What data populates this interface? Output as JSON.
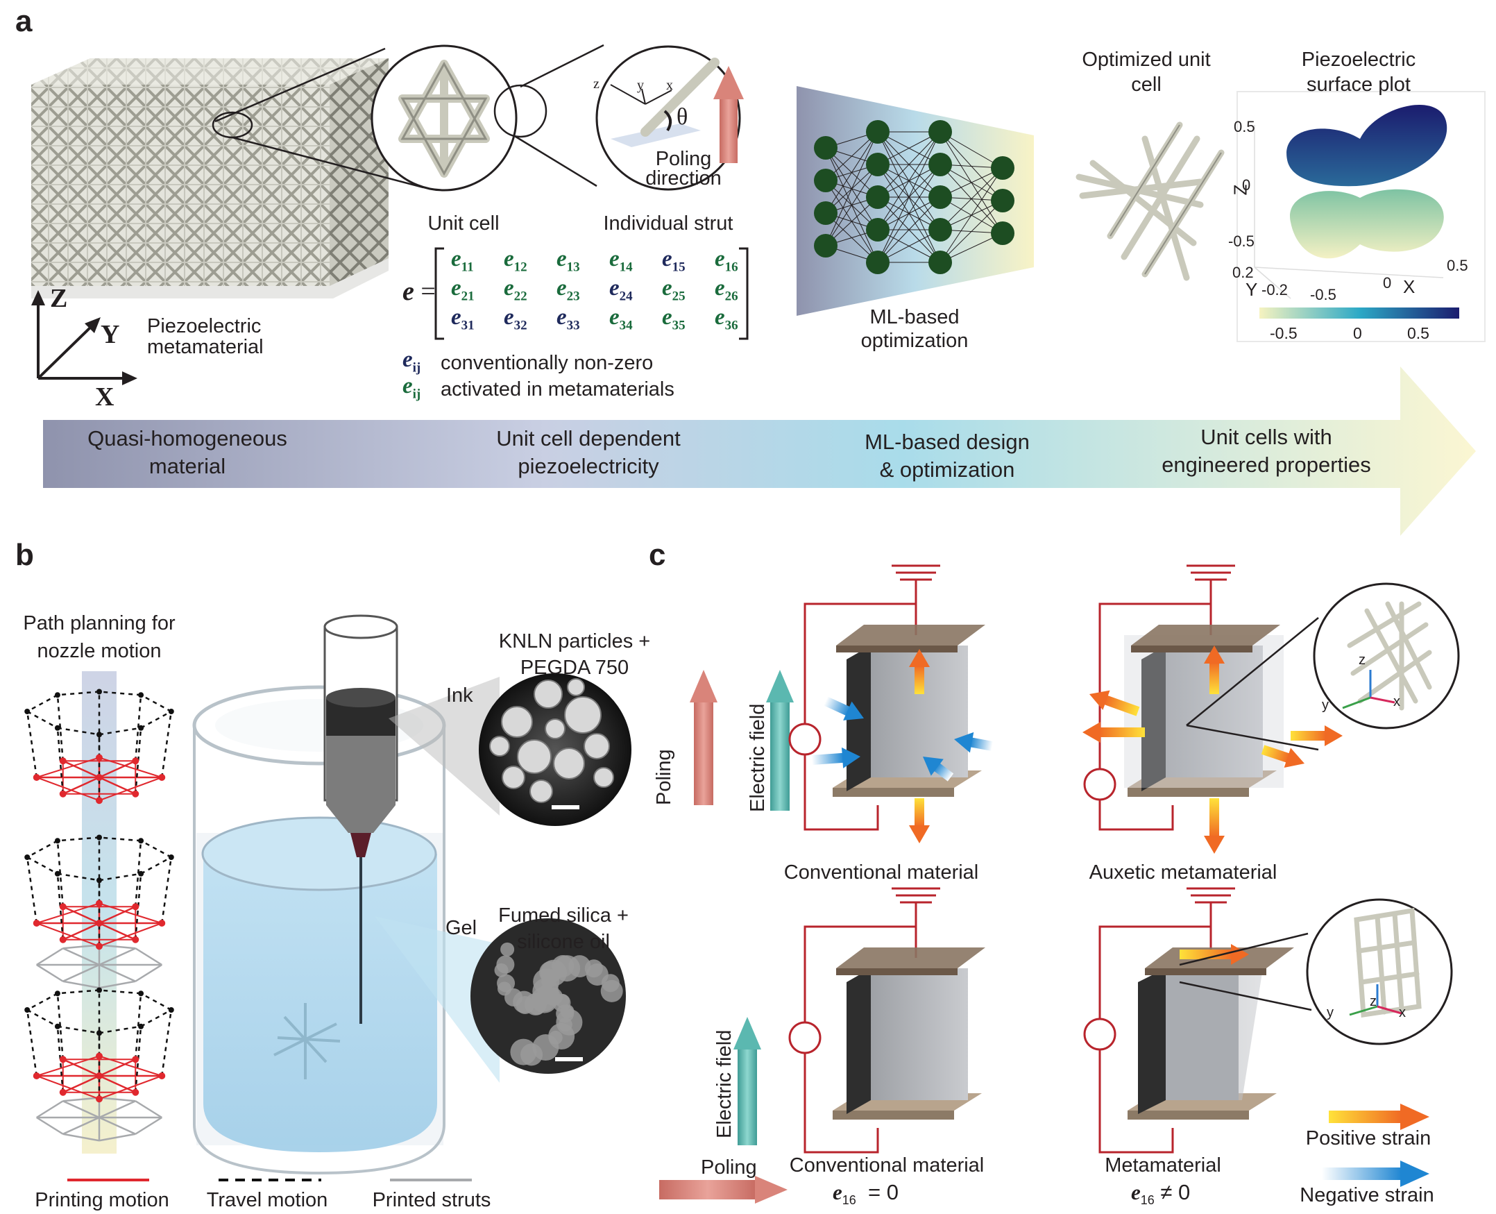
{
  "panels": {
    "a": "a",
    "b": "b",
    "c": "c"
  },
  "panel_a": {
    "metamaterial_label": "Piezoelectric\nmetamaterial",
    "axes": {
      "z": "Z",
      "y": "Y",
      "x": "X"
    },
    "unit_cell_label": "Unit cell",
    "strut_label": "Individual strut",
    "strut_axes": {
      "z": "z",
      "y": "y",
      "x": "x"
    },
    "theta": "θ",
    "poling_direction": "Poling\ndirection",
    "matrix_symbol": "e",
    "matrix_rows": [
      [
        {
          "i": "11",
          "c": "g"
        },
        {
          "i": "12",
          "c": "g"
        },
        {
          "i": "13",
          "c": "g"
        },
        {
          "i": "14",
          "c": "g"
        },
        {
          "i": "15",
          "c": "b"
        },
        {
          "i": "16",
          "c": "g"
        }
      ],
      [
        {
          "i": "21",
          "c": "g"
        },
        {
          "i": "22",
          "c": "g"
        },
        {
          "i": "23",
          "c": "g"
        },
        {
          "i": "24",
          "c": "b"
        },
        {
          "i": "25",
          "c": "g"
        },
        {
          "i": "26",
          "c": "g"
        }
      ],
      [
        {
          "i": "31",
          "c": "b"
        },
        {
          "i": "32",
          "c": "b"
        },
        {
          "i": "33",
          "c": "b"
        },
        {
          "i": "34",
          "c": "g"
        },
        {
          "i": "35",
          "c": "g"
        },
        {
          "i": "36",
          "c": "g"
        }
      ]
    ],
    "legend_nonzero": "conventionally non-zero",
    "legend_activated": "activated in metamaterials",
    "ml_label": "ML-based\noptimization",
    "optimized_label": "Optimized unit\ncell",
    "surface_plot_title": "Piezoelectric\nsurface plot",
    "surface_ticks": {
      "z": [
        "0.5",
        "0",
        "-0.5"
      ],
      "z_label": "Z",
      "y": [
        "0.2",
        "-0.2"
      ],
      "y_label": "Y",
      "x": [
        "-0.5",
        "0",
        "0.5"
      ],
      "x_label": "X",
      "colorbar": [
        "-0.5",
        "0",
        "0.5"
      ]
    },
    "colors": {
      "surface_low": "#f6f3c0",
      "surface_mid": "#2da9c6",
      "surface_high": "#1b1c6e"
    },
    "timeline": [
      "Quasi-homogeneous\nmaterial",
      "Unit cell dependent\npiezoelectricity",
      "ML-based design\n& optimization",
      "Unit cells with\nengineered properties"
    ]
  },
  "panel_b": {
    "path_title": "Path planning for\nnozzle motion",
    "ink_label": "Ink",
    "ink_material": "KNLN particles +\nPEGDA 750",
    "gel_label": "Gel",
    "gel_material": "Fumed silica +\nsilicone oil",
    "legend": {
      "printing": "Printing motion",
      "travel": "Travel motion",
      "printed": "Printed struts"
    },
    "colors": {
      "printing": "#e0282e",
      "travel": "#111111",
      "printed": "#a7a9ac"
    }
  },
  "panel_c": {
    "poling": "Poling",
    "electric_field": "Electric field",
    "voltmeter": "Ø",
    "conventional_top": "Conventional material",
    "auxetic": "Auxetic metamaterial",
    "conventional_bottom": "Conventional material",
    "metamaterial": "Metamaterial",
    "e16_symbol": "e",
    "e16_sub": "16",
    "eq_zero": "= 0",
    "neq_zero": "≠ 0",
    "inset_axes": {
      "z": "z",
      "y": "y",
      "x": "x"
    },
    "positive_strain": "Positive strain",
    "negative_strain": "Negative strain",
    "colors": {
      "wire": "#b8242c",
      "poling_arrow": "#d9847a",
      "field_arrow": "#5bb8b0",
      "positive": "#f39a1e",
      "negative": "#2b8fd6"
    }
  }
}
